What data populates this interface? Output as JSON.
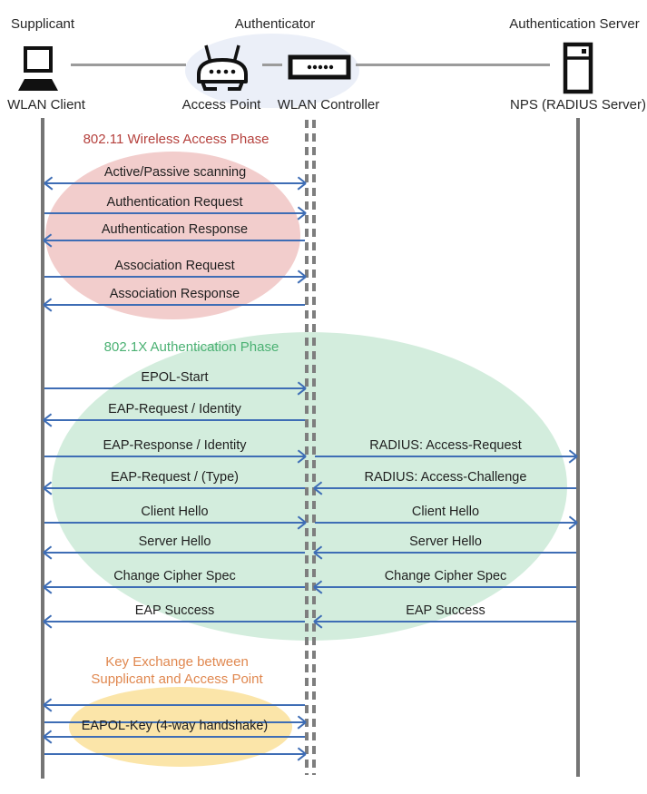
{
  "header": {
    "roles": {
      "supplicant": "Supplicant",
      "authenticator": "Authenticator",
      "auth_server": "Authentication Server"
    },
    "devices": {
      "wlan_client": "WLAN Client",
      "access_point": "Access Point",
      "wlan_controller": "WLAN Controller",
      "nps": "NPS (RADIUS Server)"
    }
  },
  "phases": [
    {
      "title": "802.11 Wireless Access Phase",
      "title_color": "#B5413D",
      "ellipse_color": "#F2CDCC"
    },
    {
      "title": "802.1X Authentication Phase",
      "title_color": "#4BB173",
      "ellipse_color": "#D3EDDD"
    },
    {
      "title_line1": "Key Exchange between",
      "title_line2": "Supplicant and Access Point",
      "title_color": "#E08850",
      "ellipse_color": "#FBE5A9"
    }
  ],
  "messages_left": [
    {
      "label": "Active/Passive scanning",
      "direction": "both"
    },
    {
      "label": "Authentication Request",
      "direction": "right"
    },
    {
      "label": "Authentication Response",
      "direction": "left"
    },
    {
      "label": "Association Request",
      "direction": "right"
    },
    {
      "label": "Association Response",
      "direction": "left"
    },
    {
      "label": "EPOL-Start",
      "direction": "right"
    },
    {
      "label": "EAP-Request / Identity",
      "direction": "left"
    },
    {
      "label": "EAP-Response / Identity",
      "direction": "right"
    },
    {
      "label": "EAP-Request / (Type)",
      "direction": "left"
    },
    {
      "label": "Client Hello",
      "direction": "right"
    },
    {
      "label": "Server Hello",
      "direction": "left"
    },
    {
      "label": "Change Cipher Spec",
      "direction": "left"
    },
    {
      "label": "EAP Success",
      "direction": "left"
    },
    {
      "label": "",
      "direction": "left"
    },
    {
      "label": "",
      "direction": "right"
    },
    {
      "label": "EAPOL-Key (4-way handshake)",
      "direction": "left"
    },
    {
      "label": "",
      "direction": "right"
    }
  ],
  "messages_right": [
    {
      "label": "RADIUS: Access-Request",
      "direction": "right"
    },
    {
      "label": "RADIUS: Access-Challenge",
      "direction": "left"
    },
    {
      "label": "Client Hello",
      "direction": "right"
    },
    {
      "label": "Server Hello",
      "direction": "left"
    },
    {
      "label": "Change Cipher Spec",
      "direction": "left"
    },
    {
      "label": "EAP Success",
      "direction": "left"
    }
  ],
  "colors": {
    "arrow": "#3E6DB5",
    "lifeline": "#757575",
    "header_connector": "#9B9B9B",
    "authenticator_group_ellipse": "#EBEFF8",
    "message_text": "#1F1F1F"
  },
  "icons": [
    "laptop-icon",
    "access-point-icon",
    "wlan-controller-icon",
    "server-icon"
  ]
}
